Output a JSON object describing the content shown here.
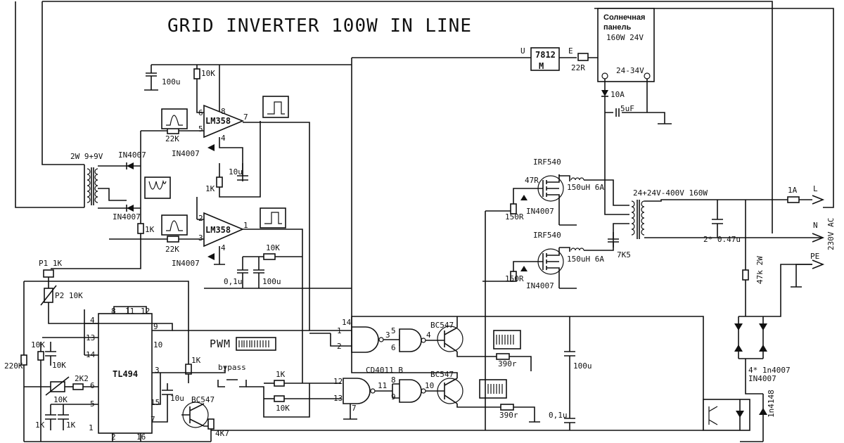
{
  "title": "GRID INVERTER 100W IN LINE",
  "solar_panel": {
    "line1": "Солнечная",
    "line2": "панель",
    "rating": "160W 24V",
    "voltage": "24-34V"
  },
  "ics": {
    "regulator": "7812",
    "reg_in": "U",
    "reg_out": "E",
    "reg_gnd": "M",
    "opamp1": "LM358",
    "opamp2": "LM358",
    "pwm_ic": "TL494",
    "logic": "CD4011 B",
    "q1": "BC547",
    "q2": "BC547",
    "q3": "BC547",
    "mosfet1": "IRF540",
    "mosfet2": "IRF540"
  },
  "labels": {
    "transformer_small": "2W 9+9V",
    "d1": "IN4007",
    "d2": "IN4007",
    "d3": "IN4007",
    "d4": "IN4007",
    "d5": "IN4007",
    "d6": "IN4007",
    "d7": "IN4007",
    "r_10k_top": "10K",
    "c_100u_top": "100u",
    "r_22k_1": "22K",
    "r_22k_2": "22K",
    "r_1k_a": "1K",
    "r_1k_b": "1K",
    "c_10u_a": "10u",
    "r_10k_fb": "10K",
    "c_01u_a": "0,1u",
    "c_100u_b": "100u",
    "p1": "P1 1K",
    "p2": "P2 10K",
    "r_10k_a": "10K",
    "r_10k_b": "10K",
    "r_220k": "220K",
    "r_2k2": "2K2",
    "r_10k_c": "10K",
    "r_1k_c": "1K",
    "r_1k_d": "1K",
    "r_1k_e": "1K",
    "c_10u_b": "10u",
    "r_4k7": "4K7",
    "bypass": "bypass",
    "pwm": "PWM",
    "r_1k_f": "1K",
    "r_10k_d": "10K",
    "r_390_a": "390r",
    "r_390_b": "390r",
    "c_100u_c": "100u",
    "c_01u_b": "0,1u",
    "r_22r": "22R",
    "d_10a": "10A",
    "c_5uf": "5uF",
    "l1": "150uH 6A",
    "l2": "150uH 6A",
    "r_47r": "47R",
    "r_150r_a": "150R",
    "r_150r_b": "150R",
    "main_transformer": "24+24V-400V 160W",
    "c_7k5": "7K5",
    "fuse": "1A",
    "out_l": "L",
    "out_n": "N",
    "out_pe": "PE",
    "ac": "230V AC",
    "c_047": "2* 0.47u",
    "r_47k": "47k 2W",
    "bridge": "4* 1n4007",
    "d_1n4148": "1n4148"
  },
  "pins": {
    "op1": [
      "6",
      "5",
      "8",
      "7",
      "4"
    ],
    "op2": [
      "2",
      "3",
      "1",
      "4"
    ],
    "tl494": [
      "8",
      "11",
      "12",
      "4",
      "13",
      "14",
      "9",
      "10",
      "3",
      "6",
      "5",
      "15",
      "7",
      "1",
      "2",
      "16"
    ],
    "g1": [
      "14",
      "1",
      "2",
      "3"
    ],
    "g2": [
      "5",
      "6",
      "4"
    ],
    "g3": [
      "12",
      "13",
      "11",
      "7"
    ],
    "g4": [
      "8",
      "9",
      "10"
    ]
  }
}
